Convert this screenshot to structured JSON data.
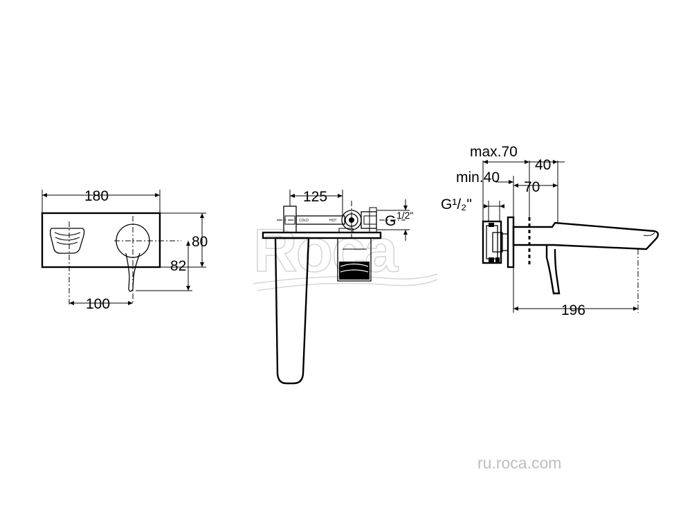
{
  "front_view": {
    "width_dim": "180",
    "height_dim": "80",
    "lever_height_dim": "82",
    "handle_offset_dim": "100"
  },
  "top_view": {
    "width_dim": "125",
    "thread_prefix": "G",
    "thread_frac": "1/2\"",
    "label_cold": "COLD",
    "label_hot": "HOT"
  },
  "side_view": {
    "max_dim": "max.70",
    "min_dim": "min.40",
    "dim_40": "40",
    "dim_70": "70",
    "thread_label": "G¹/₂\"",
    "spout_dim": "196"
  },
  "watermark": "Roca",
  "site_url": "ru.roca.com"
}
